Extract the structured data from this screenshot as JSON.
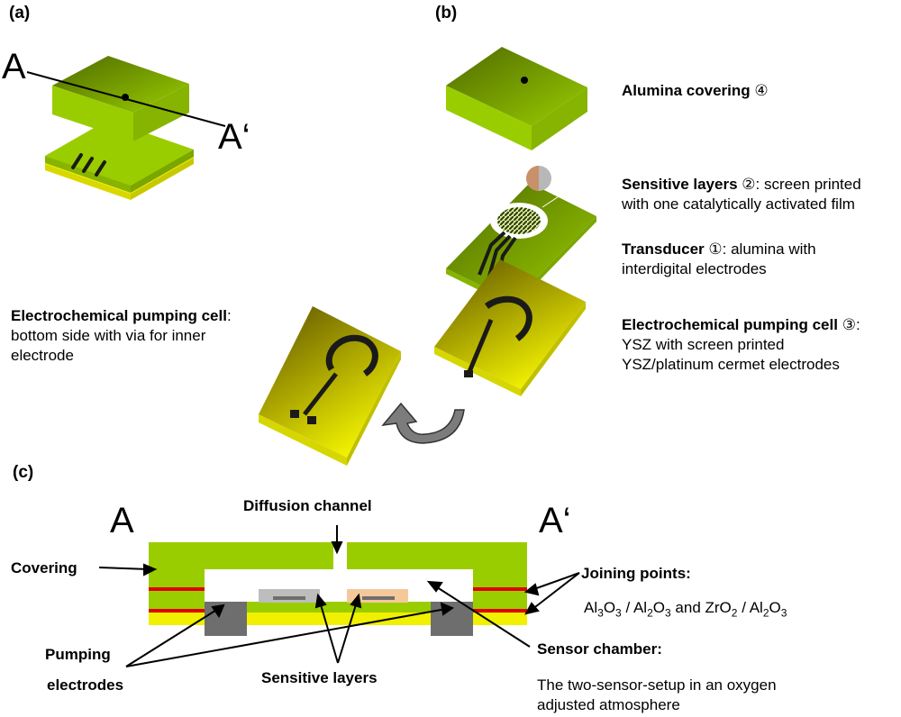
{
  "panels": {
    "a": "(a)",
    "b": "(b)",
    "c": "(c)"
  },
  "section_markers": {
    "a_start": "A",
    "a_end": "A‘",
    "c_start": "A",
    "c_end": "A‘"
  },
  "panel_b": {
    "covering": {
      "title": "Alumina covering",
      "num": "④"
    },
    "sensitive": {
      "title": "Sensitive layers",
      "num": "②",
      "rest": ": screen printed",
      "line2": "with one catalytically activated film"
    },
    "transducer": {
      "title": "Transducer",
      "num": "①",
      "rest": ": alumina with",
      "line2": "interdigital electrodes"
    },
    "pumping": {
      "title": "Electrochemical pumping cell",
      "num": "③",
      "rest": ":",
      "line2": "YSZ with screen printed",
      "line3": "YSZ/platinum cermet electrodes"
    }
  },
  "panel_a_note": {
    "title": "Electrochemical pumping cell",
    "rest": ":",
    "line2": "bottom side with via for inner",
    "line3": "electrode"
  },
  "panel_c": {
    "diffusion_channel": "Diffusion channel",
    "covering": "Covering",
    "joining_points": "Joining points:",
    "joining_al_a": "Al",
    "joining_sub_3a": "3",
    "joining_o_a": "O",
    "joining_sep1": " / ",
    "joining_al_b": "Al",
    "joining_sub_2b": "2",
    "joining_o_b": "O",
    "joining_sub_3b": "3",
    "joining_and": " and ZrO",
    "joining_sub_2c": "2",
    "joining_al_c": "Al",
    "joining_sub_2d": "2",
    "joining_o_c": "O",
    "joining_sub_3c": "3",
    "pumping_electrodes_1": "Pumping",
    "pumping_electrodes_2": "electrodes",
    "sensitive_layers": "Sensitive layers",
    "sensor_chamber": "Sensor chamber:",
    "sensor_chamber_line1": "The two-sensor-setup in an oxygen",
    "sensor_chamber_line2": "adjusted atmosphere"
  },
  "colors": {
    "green": "#9ACD00",
    "dark_green": "#5E7A00",
    "yellow": "#F0F000",
    "red": "#E00000",
    "grey": "#6E6E6E",
    "light_grey": "#BDBDBD",
    "peach": "#F5C89A"
  }
}
